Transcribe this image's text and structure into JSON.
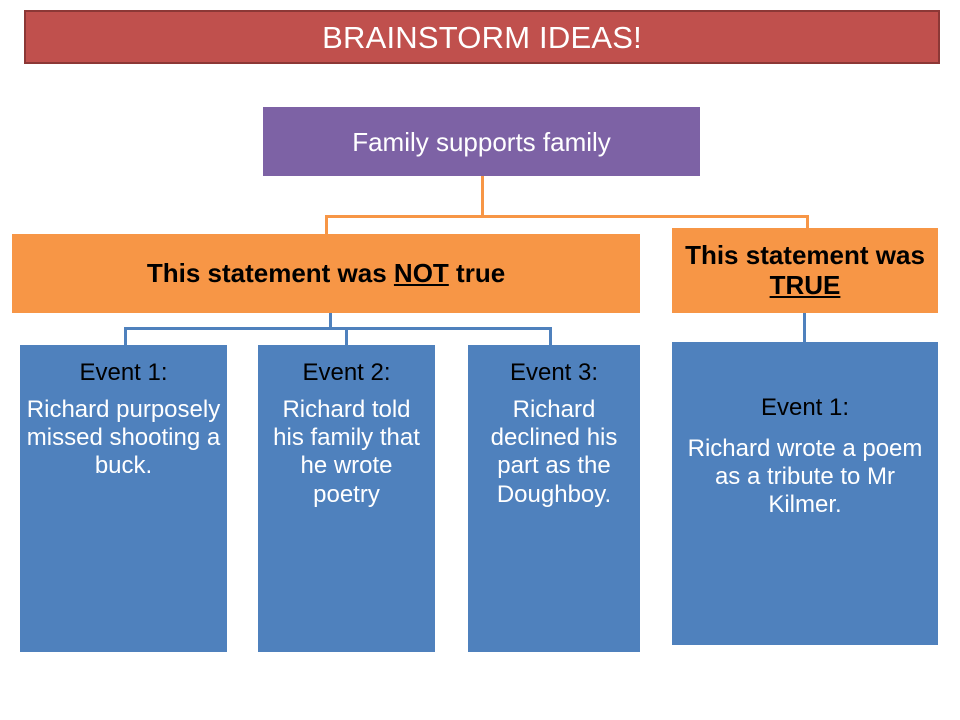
{
  "slide": {
    "title": "BRAINSTORM IDEAS!",
    "background_color": "#FFFFFF"
  },
  "colors": {
    "title_fill": "#C0504D",
    "title_border": "#8C3836",
    "title_text": "#FFFFFF",
    "root_fill": "#7D62A5",
    "root_text": "#FFFFFF",
    "branch_fill": "#F79646",
    "branch_text": "#000000",
    "leaf_fill": "#4F81BD",
    "leaf_head_text": "#000000",
    "leaf_body_text": "#FFFFFF",
    "connector_orange": "#F79646",
    "connector_blue": "#4F81BD"
  },
  "root": {
    "label": "Family supports family"
  },
  "branches": [
    {
      "id": "not-true",
      "text_before": "This statement was ",
      "text_emphasis": "NOT",
      "text_after": " true",
      "emphasis_style": "underline-bold"
    },
    {
      "id": "was-true",
      "text_before": "This statement was ",
      "text_emphasis": "TRUE",
      "text_after": "",
      "emphasis_style": "underline-bold"
    }
  ],
  "events": {
    "not_true": [
      {
        "heading": "Event 1:",
        "body": "Richard purposely missed shooting a buck."
      },
      {
        "heading": "Event 2:",
        "body": "Richard told his family that he wrote poetry"
      },
      {
        "heading": "Event 3:",
        "body": "Richard declined his part as the Doughboy."
      }
    ],
    "was_true": [
      {
        "heading": "Event 1:",
        "body": "Richard wrote a poem as a tribute to Mr Kilmer."
      }
    ]
  }
}
